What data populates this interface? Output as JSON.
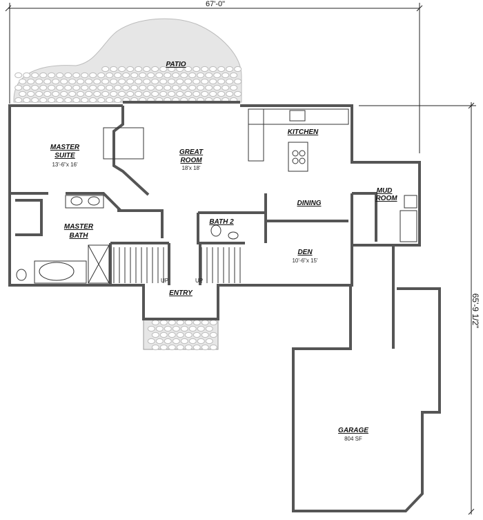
{
  "dimensions": {
    "width": "67'-0\"",
    "depth": "65'-9 1/2\""
  },
  "rooms": {
    "patio": {
      "name": "PATIO"
    },
    "master_suite": {
      "name1": "MASTER",
      "name2": "SUITE",
      "size": "13'-6\"x 16'"
    },
    "great_room": {
      "name1": "GREAT",
      "name2": "ROOM",
      "size": "18'x 18'"
    },
    "kitchen": {
      "name": "KITCHEN"
    },
    "mud_room": {
      "name1": "MUD",
      "name2": "ROOM"
    },
    "dining": {
      "name": "DINING"
    },
    "master_bath": {
      "name1": "MASTER",
      "name2": "BATH"
    },
    "bath2": {
      "name": "BATH 2"
    },
    "den": {
      "name": "DEN",
      "size": "10'-6\"x 15'"
    },
    "entry": {
      "name": "ENTRY"
    },
    "garage": {
      "name": "GARAGE",
      "size": "804 SF"
    }
  },
  "stairs": {
    "up_left": "UP",
    "up_right": "UP"
  },
  "colors": {
    "wall": "#555555",
    "patio_stone": "#bdbdbd",
    "line": "#222222"
  }
}
